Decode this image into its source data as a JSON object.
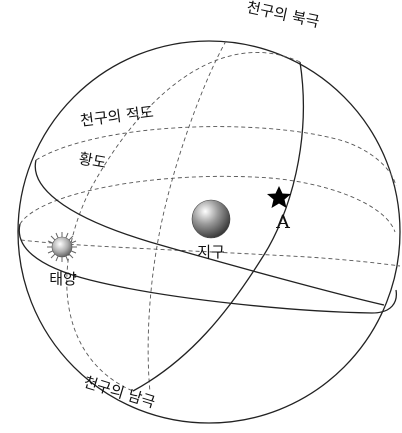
{
  "labels": {
    "north_pole": "천구의 북극",
    "south_pole": "천구의 남극",
    "celestial_equator": "천구의 적도",
    "ecliptic": "황도",
    "earth": "지구",
    "sun": "태양",
    "point_a": "A"
  }
}
